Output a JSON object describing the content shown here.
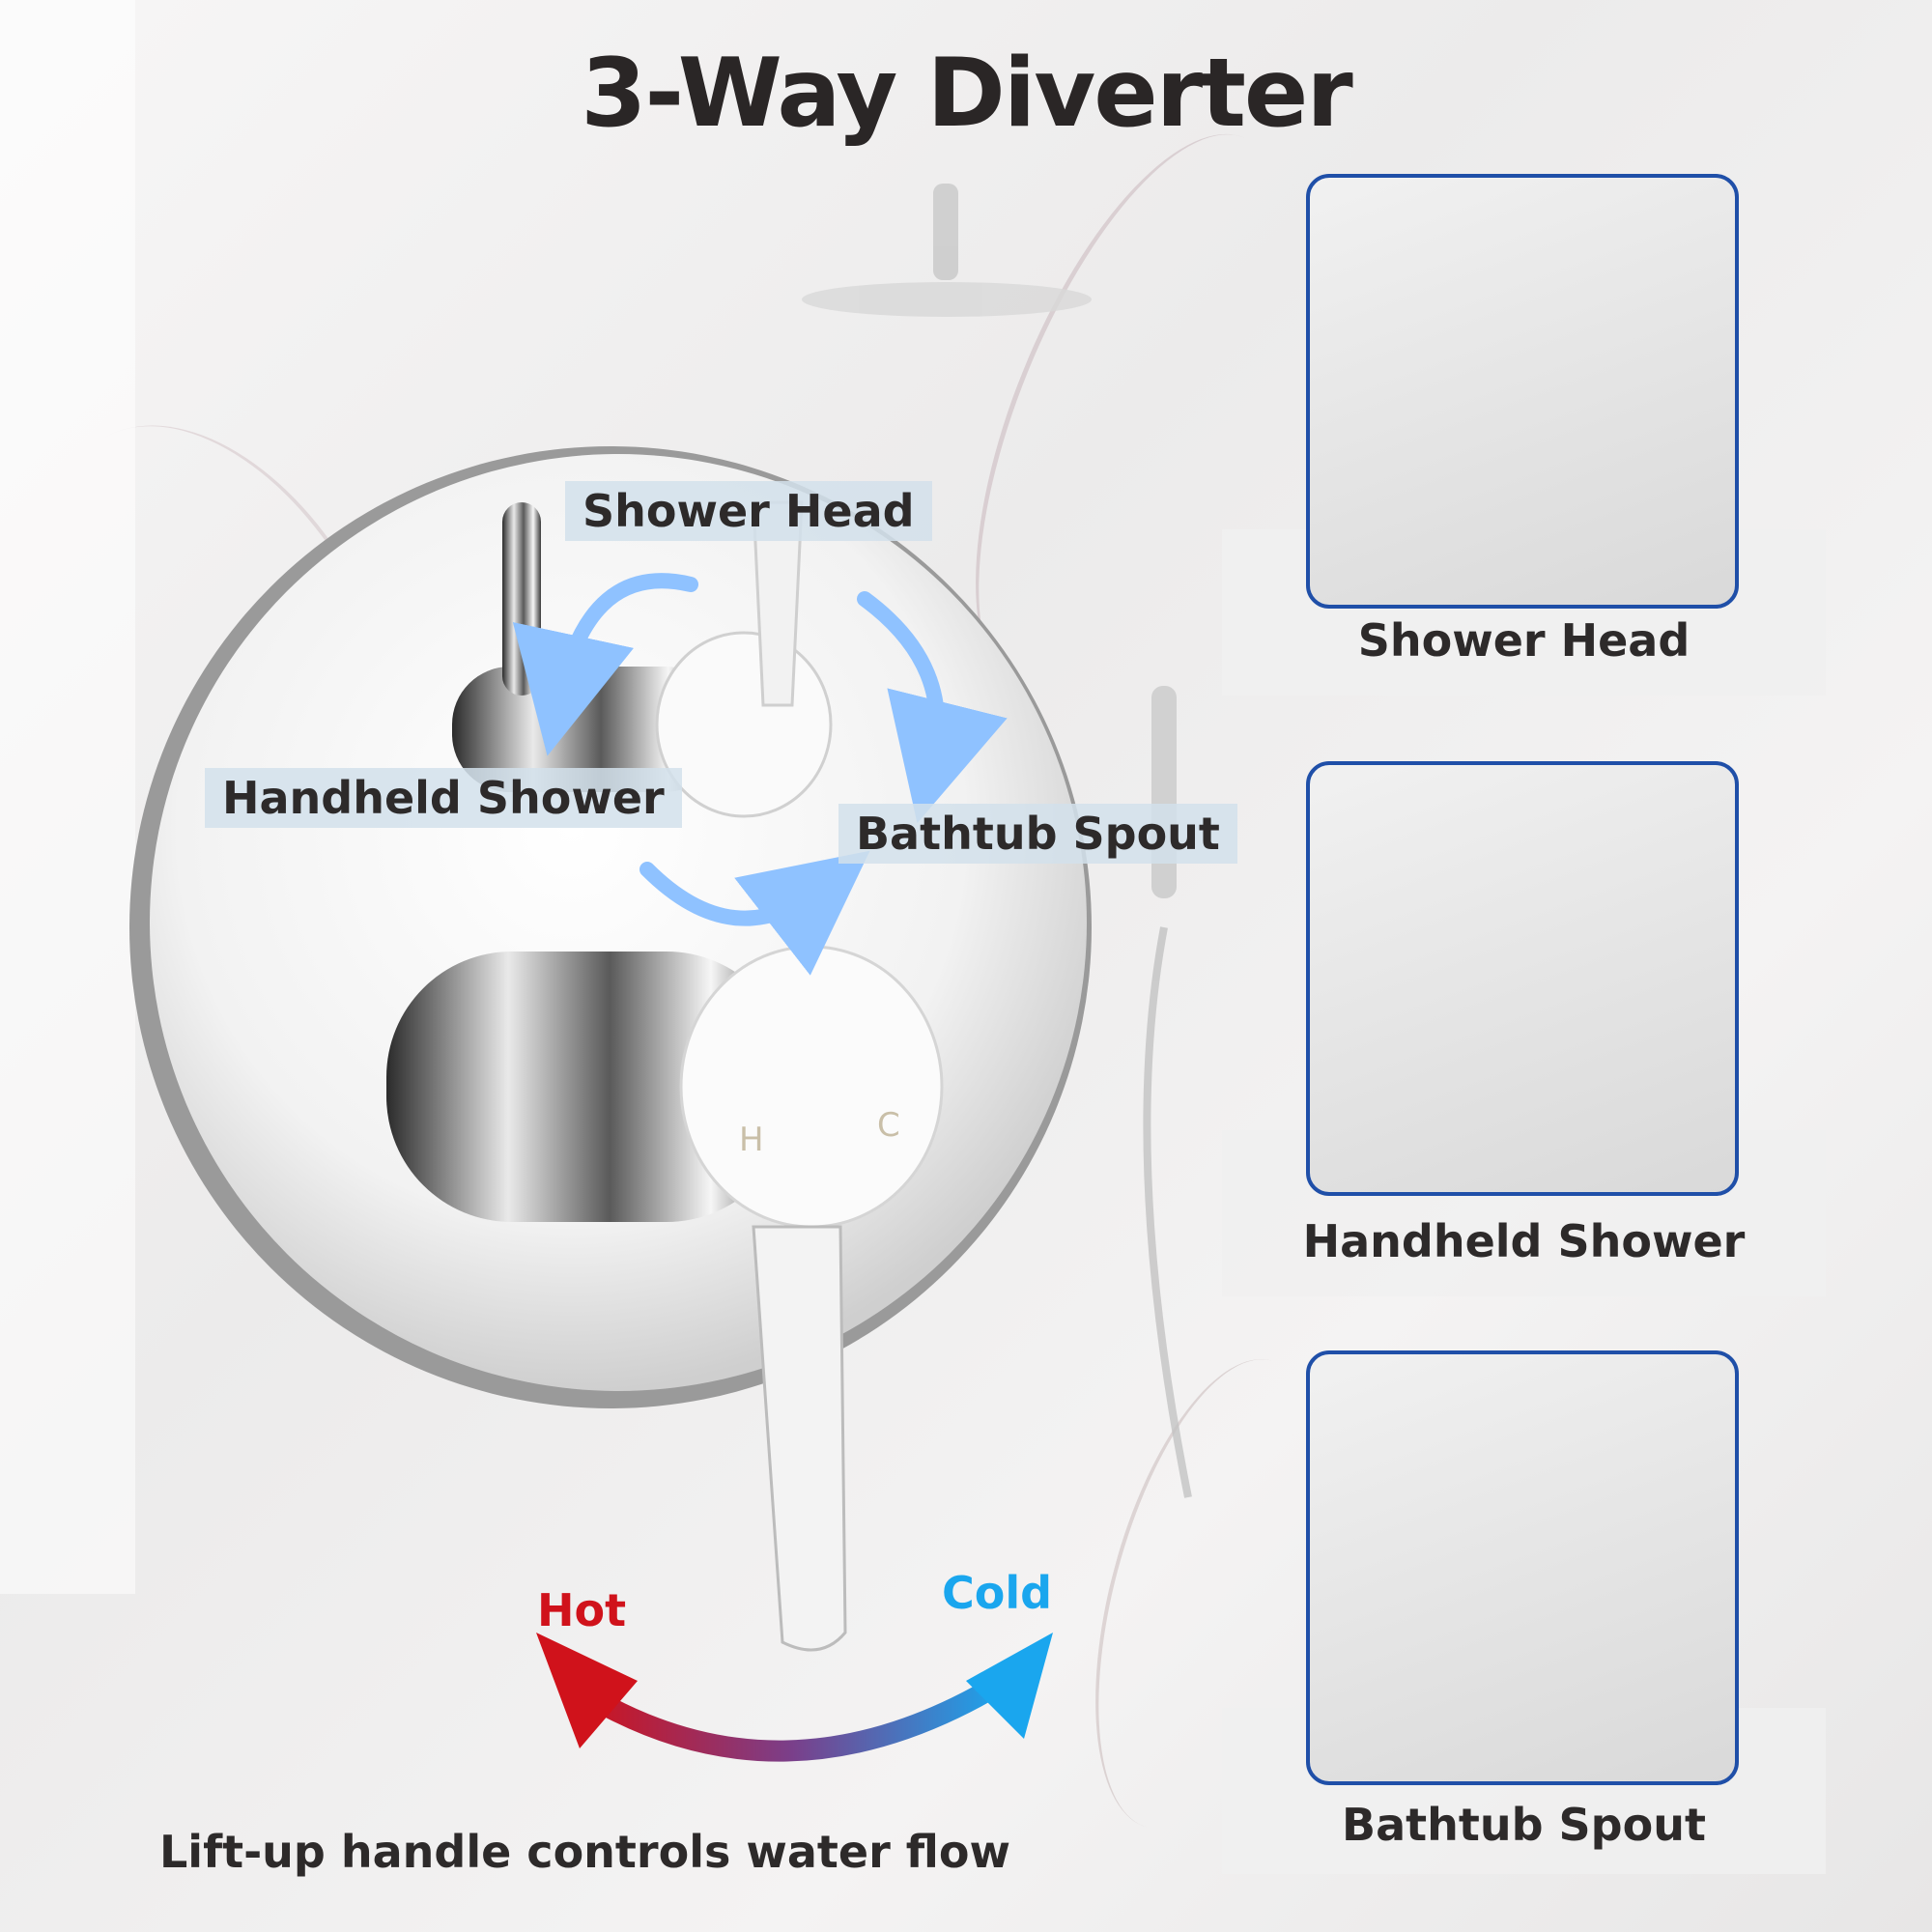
{
  "title": "3-Way Diverter",
  "callouts": {
    "shower_head": "Shower Head",
    "handheld_shower": "Handheld Shower",
    "bathtub_spout": "Bathtub Spout"
  },
  "panels": [
    {
      "label": "Shower Head"
    },
    {
      "label": "Handheld Shower"
    },
    {
      "label": "Bathtub Spout"
    }
  ],
  "valve_markings": {
    "hot": "H",
    "cold": "C"
  },
  "temperature": {
    "hot": "Hot",
    "cold": "Cold"
  },
  "footer": "Lift-up handle controls water flow",
  "colors": {
    "panel_border": "#1f4fa8",
    "hot": "#d0121b",
    "cold": "#1aa6ee",
    "diverter_arrow": "#8fc2ff",
    "text_dark": "#2d2a2a"
  }
}
